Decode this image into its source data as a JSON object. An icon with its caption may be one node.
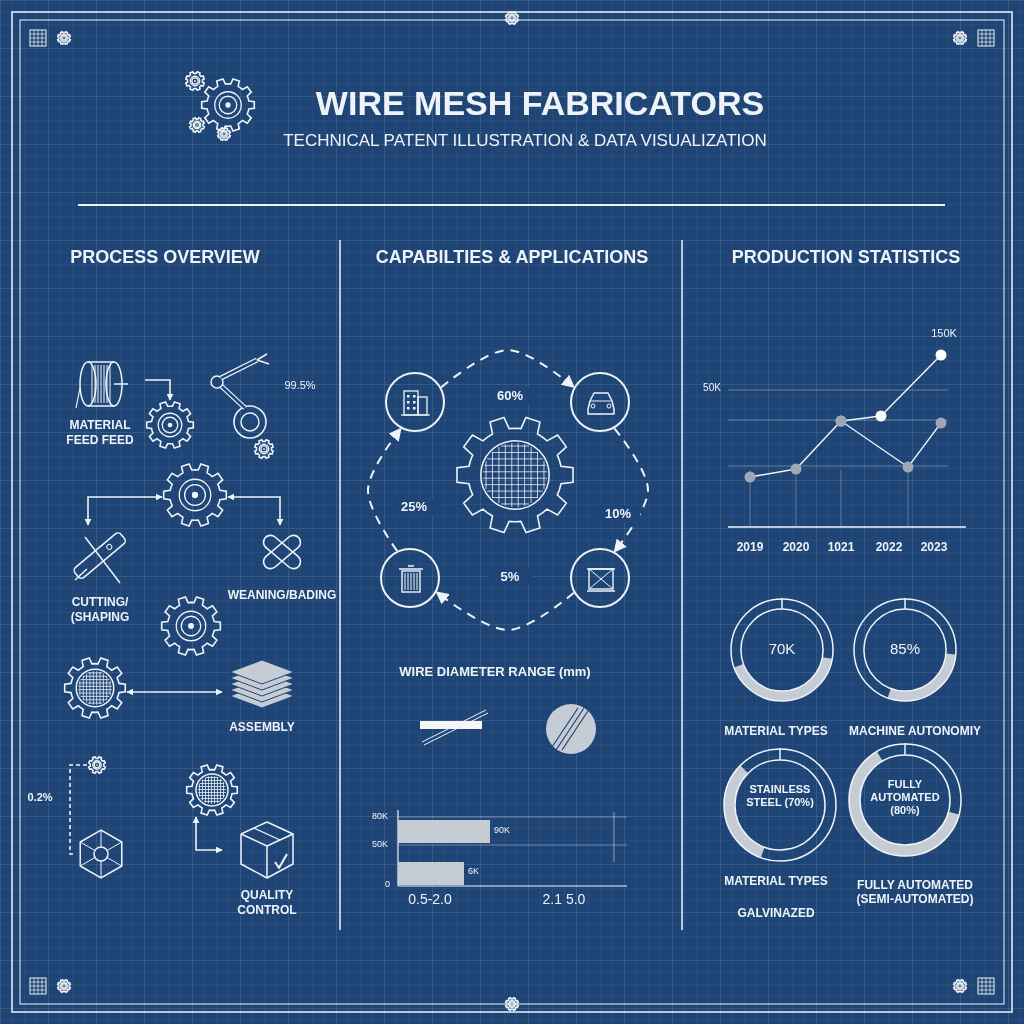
{
  "diagram": {
    "title": "WIRE MESH FABRICATORS",
    "nodes": [
      {
        "text": [
          "MATERIAL FEED FEED"
        ]
      },
      {
        "text": [],
        "shape": "gear"
      },
      {
        "text": [],
        "shape": "picture"
      },
      {
        "text": [],
        "shape": "gear"
      },
      {
        "text": [
          "CUTTING/ (SHAPING"
        ]
      },
      {
        "text": [
          "WEANING/BADING"
        ]
      },
      {
        "text": [],
        "shape": "gear"
      },
      {
        "text": [],
        "shape": "gear"
      },
      {
        "text": [
          "ASSEMBLY"
        ]
      },
      {
        "text": [],
        "shape": "gear"
      },
      {
        "text": [],
        "shape": "gear"
      },
      {
        "text": [],
        "shape": "picture"
      },
      {
        "text": [
          "QUALITY CONTROL"
        ]
      },
      {
        "text": [],
        "shape": "circle"
      },
      {
        "text": [],
        "shape": "circle"
      },
      {
        "text": [],
        "shape": "gear"
      },
      {
        "text": [],
        "shape": "circle"
      },
      {
        "text": [],
        "shape": "circle"
      },
      {
        "text": [
          "70K"
        ]
      },
      {
        "text": [
          "85%"
        ]
      },
      {
        "text": [
          "STAINLESS STEEL (70%)"
        ]
      },
      {
        "text": [
          "FULLY AUTOMATED (80%)"
        ]
      }
    ],
    "edges": [
      {
        "from": 0,
        "to": 1,
        "arrow": "to"
      },
      {
        "from": 3,
        "to": 4,
        "arrow": "both"
      },
      {
        "from": 3,
        "to": 5,
        "arrow": "both"
      },
      {
        "from": 7,
        "to": 8,
        "arrow": "both"
      },
      {
        "from": 10,
        "to": 12,
        "arrow": "both"
      },
      {
        "from": 9,
        "to": 11,
        "arrow": "none",
        "style": "dashed"
      },
      {
        "from": 13,
        "to": 14,
        "arrow": "to",
        "style": "dashed",
        "label": "60%"
      },
      {
        "from": 14,
        "to": 17,
        "arrow": "to",
        "style": "dashed",
        "label": "10%"
      },
      {
        "from": 17,
        "to": 16,
        "arrow": "to",
        "style": "dashed",
        "label": "5%"
      },
      {
        "from": 16,
        "to": 13,
        "arrow": "to",
        "style": "dashed",
        "label": "25%"
      }
    ],
    "labels": [
      "TECHNICAL PATENT ILLUSTRATION & DATA VISUALIZATION",
      "PROCESS OVERVIEW",
      "CAPABILTIES & APPLICATIONS",
      "PRODUCTION STATISTICS",
      "0.2%",
      "WIRE DIAMETER RANGE (mm)",
      "80K",
      "90K",
      "50K",
      "6K",
      "0",
      "0.5-2.0",
      "2.1 5.0",
      "150K",
      "50K",
      "2019",
      "2020",
      "1021",
      "2022",
      "2023",
      "99.5%",
      "MATERIAL TYPES",
      "MACHINE AUTONOMIY",
      "MATERIAL TYPES",
      "GALVINAZED",
      "FULLY AUTOMATED (SEMI-AUTOMATED)"
    ]
  }
}
